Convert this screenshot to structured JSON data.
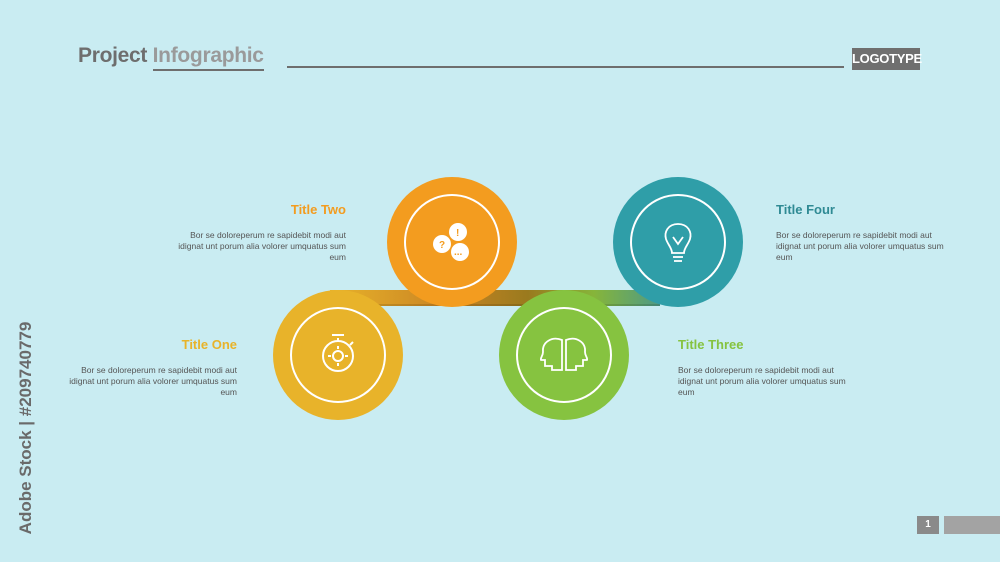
{
  "header": {
    "title_part1": "Project ",
    "title_part2": "Infographic",
    "logotype": "LOGOTYPE"
  },
  "footer": {
    "page_number": "1"
  },
  "watermark": {
    "text": "Adobe Stock | #209740779"
  },
  "steps": [
    {
      "title": "Title One",
      "text": "Bor se doloreperum re sapidebit modi aut idignat unt porum alia volorer umquatus sum eum",
      "color": "#e8b32a",
      "icon": "stopwatch-gear-icon"
    },
    {
      "title": "Title Two",
      "text": "Bor se doloreperum re sapidebit modi aut idignat unt porum alia volorer umquatus sum eum",
      "color": "#f39c1f",
      "icon": "speech-bubbles-icon"
    },
    {
      "title": "Title Three",
      "text": "Bor se doloreperum re sapidebit modi aut idignat unt porum alia volorer umquatus sum eum",
      "color": "#86c340",
      "icon": "two-heads-icon"
    },
    {
      "title": "Title Four",
      "text": "Bor se doloreperum re sapidebit modi aut idignat unt porum alia volorer umquatus sum eum",
      "color": "#2f9ea8",
      "icon": "light-bulb-icon"
    }
  ]
}
